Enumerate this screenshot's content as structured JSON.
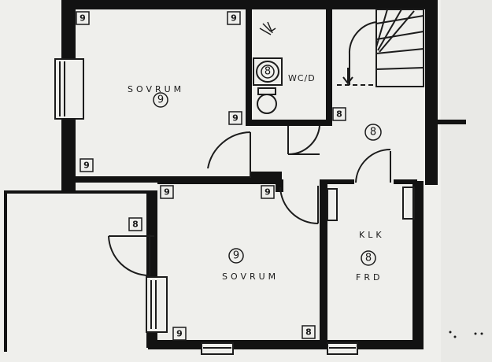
{
  "rooms": {
    "bedroom_top": {
      "label": "SOVRUM",
      "code": "9"
    },
    "bedroom_bottom": {
      "label": "SOVRUM",
      "code": "9"
    },
    "wc": {
      "label": "WC/D",
      "code": "8"
    },
    "hall": {
      "code": "8"
    },
    "klk": {
      "label_top": "KLK",
      "code": "8",
      "label_bottom": "FRD"
    }
  },
  "wall_markers": {
    "m1": "9",
    "m2": "9",
    "m3": "9",
    "m4": "9",
    "m5": "8",
    "m6": "9",
    "m7": "9",
    "m8": "8",
    "m9": "9",
    "m10": "8"
  },
  "colors": {
    "wall": "#121212",
    "paper": "#efefec",
    "line": "#1c1c1c"
  }
}
